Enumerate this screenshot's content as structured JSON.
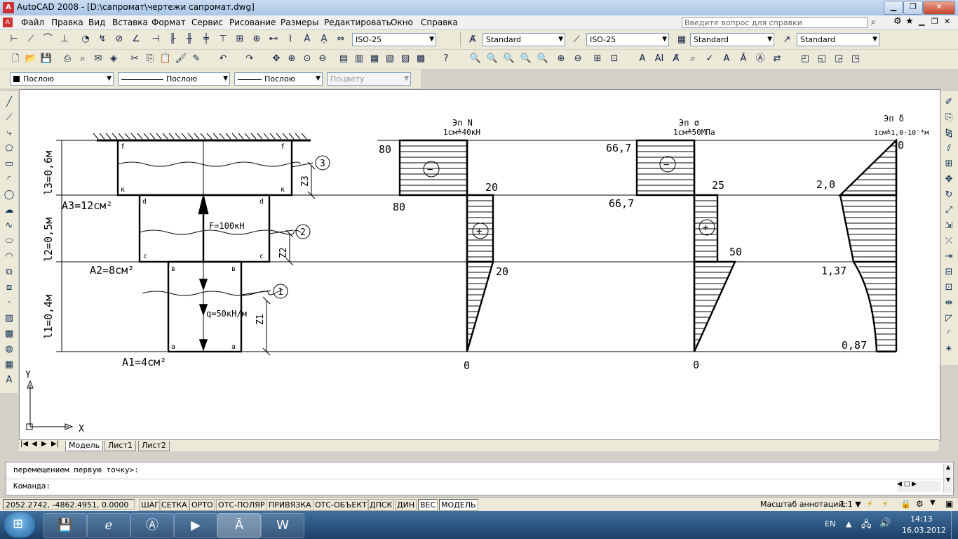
{
  "window": {
    "title": "AutoCAD 2008 - [D:\\сапромат\\чертежи сапромат.dwg]",
    "app_icon": "A"
  },
  "menu": [
    "Файл",
    "Правка",
    "Вид",
    "Вставка",
    "Формат",
    "Сервис",
    "Рисование",
    "Размеры",
    "Редактировать",
    "Окно",
    "Справка"
  ],
  "help_search": {
    "placeholder": "Введите вопрос для справки"
  },
  "toolbar_styles": {
    "dimstyle": "ISO-25",
    "textstyle": "Standard",
    "dimstyle2": "ISO-25",
    "tablestyle": "Standard",
    "mleaderstyle": "Standard"
  },
  "properties_bar": {
    "color": "Послою",
    "linetype": "Послою",
    "lineweight": "Послою",
    "plotstyle": "Поцвету"
  },
  "layout_tabs": [
    "Модель",
    "Лист1",
    "Лист2"
  ],
  "command_window": {
    "line1": "перемещением первую точку>:",
    "line2": "Команда:"
  },
  "status": {
    "coords": "2052.2742, -4862.4951, 0.0000",
    "buttons": [
      "ШАГ",
      "СЕТКА",
      "ОРТО",
      "ОТС-ПОЛЯР",
      "ПРИВЯЗКА",
      "ОТС-ОБЪЕКТ",
      "ДПСК",
      "ДИН",
      "ВЕС",
      "МОДЕЛЬ"
    ],
    "active_buttons": [
      "ВЕС",
      "МОДЕЛЬ"
    ],
    "annotation_scale_label": "Масштаб аннотаций:",
    "annotation_scale": "1:1"
  },
  "taskbar": {
    "lang": "EN",
    "time": "14:13",
    "date": "16.03.2012"
  },
  "drawing": {
    "ucs": {
      "x": "X",
      "y": "Y"
    },
    "beam": {
      "sections": [
        {
          "len_label": "l3=0,6м",
          "area_label": "A3=12см²",
          "z_label": "Z3",
          "num": "3",
          "pt_top": "f",
          "pt_bottom": "к"
        },
        {
          "len_label": "l2=0,5м",
          "area_label": "A2=8см²",
          "z_label": "Z2",
          "num": "2",
          "pt_top": "d",
          "pt_bottom": "c"
        },
        {
          "len_label": "l1=0,4м",
          "area_label": "A1=4см²",
          "z_label": "Z1",
          "num": "1",
          "pt_top": "в",
          "pt_bottom": "a"
        }
      ],
      "force_label": "F=100кН",
      "load_label": "q=50кН/м"
    },
    "plots": [
      {
        "title": "Эп N",
        "scale": "1см≙40кН",
        "labels": [
          "80",
          "80",
          "20",
          "20",
          "0"
        ],
        "signs": [
          "−",
          "+"
        ]
      },
      {
        "title": "Эп σ",
        "scale": "1см≙50МПа",
        "labels": [
          "66,7",
          "66,7",
          "25",
          "50",
          "0"
        ],
        "signs": [
          "−",
          "+"
        ]
      },
      {
        "title": "Эп δ",
        "scale": "1см≙1,0·10⁻⁴м",
        "labels": [
          "0",
          "2,0",
          "1,37",
          "0,87"
        ]
      }
    ]
  }
}
